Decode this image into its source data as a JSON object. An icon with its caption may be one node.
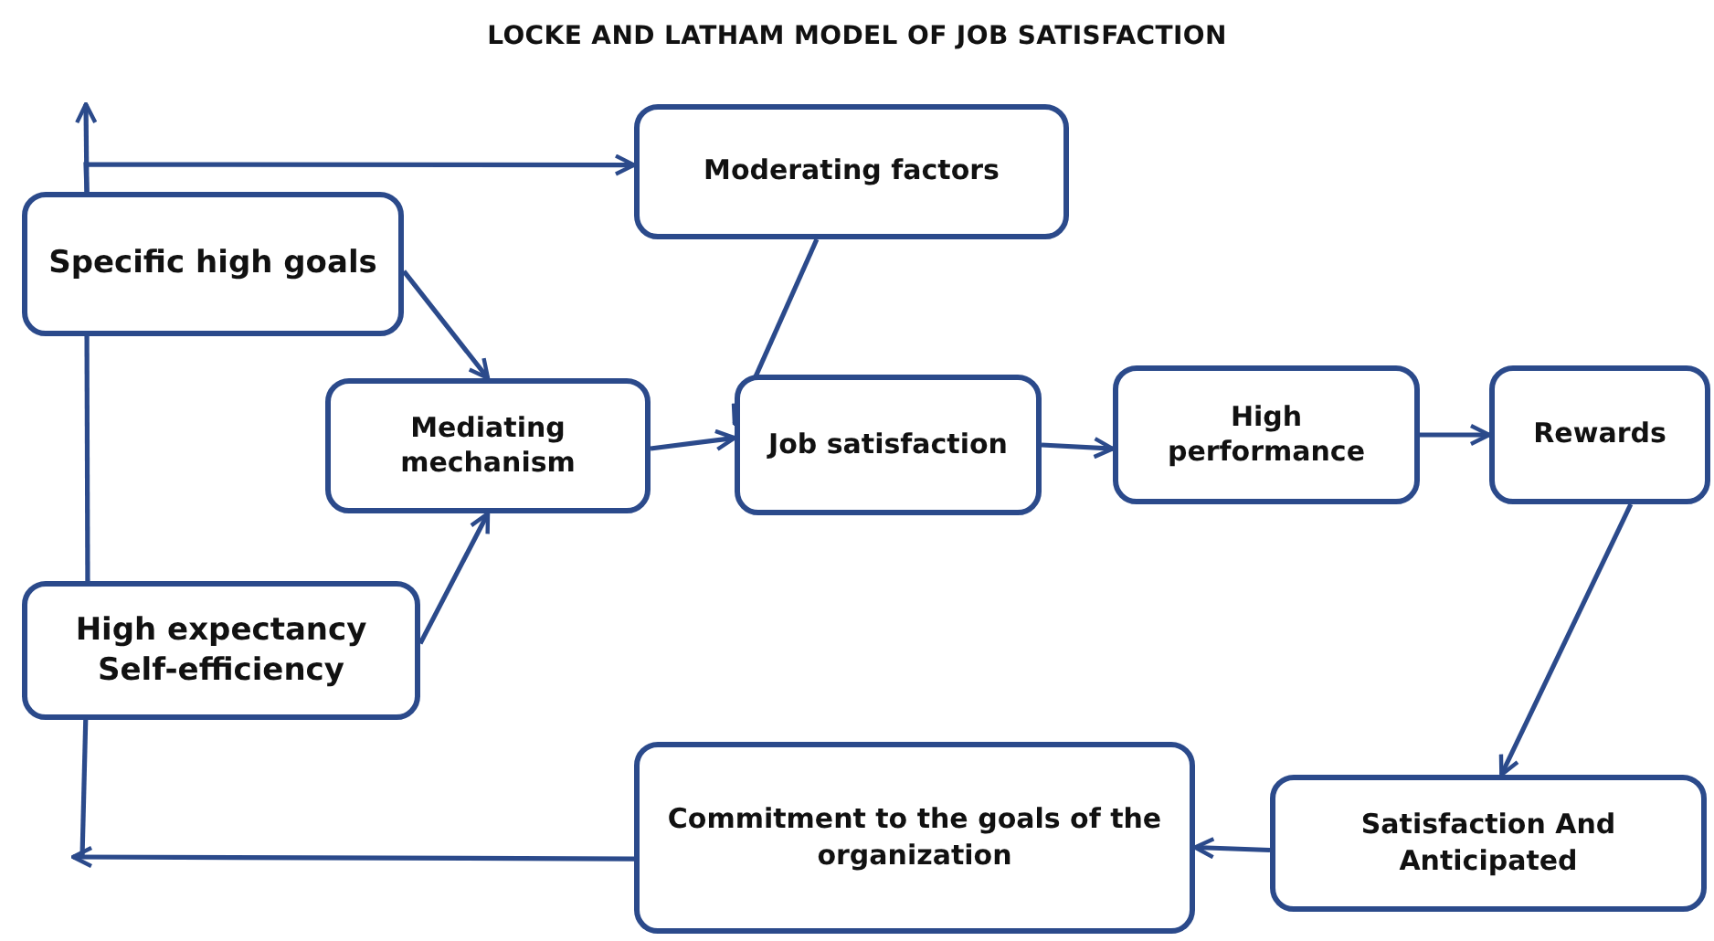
{
  "diagram": {
    "title": "LOCKE AND LATHAM MODEL OF JOB SATISFACTION",
    "nodes": [
      {
        "text": [
          "Moderating factors"
        ]
      },
      {
        "text": [
          "Specific high goals"
        ]
      },
      {
        "text": [
          "Mediating mechanism"
        ]
      },
      {
        "text": [
          "Job satisfaction"
        ]
      },
      {
        "text": [
          "High performance"
        ]
      },
      {
        "text": [
          "Rewards"
        ]
      },
      {
        "text": [
          "High expectancy Self-efficiency"
        ]
      },
      {
        "text": [
          "Commitment to the goals of the organization"
        ]
      },
      {
        "text": [
          "Satisfaction And Anticipated"
        ]
      }
    ],
    "edges": [
      {
        "from": 1,
        "to": 2,
        "arrow": "to"
      },
      {
        "from": 6,
        "to": 2,
        "arrow": "to"
      },
      {
        "from": 0,
        "to": 3,
        "arrow": "to"
      },
      {
        "from": 2,
        "to": 3,
        "arrow": "to"
      },
      {
        "from": 3,
        "to": 4,
        "arrow": "to"
      },
      {
        "from": 4,
        "to": 5,
        "arrow": "to"
      },
      {
        "from": 5,
        "to": 8,
        "arrow": "to"
      },
      {
        "from": 8,
        "to": 7,
        "arrow": "to"
      },
      {
        "from": 7,
        "to": null,
        "arrow": "to"
      },
      {
        "from": 6,
        "to": null,
        "arrow": "none"
      },
      {
        "from": 6,
        "to": 1,
        "arrow": "none"
      },
      {
        "from": 1,
        "to": null,
        "arrow": "to"
      },
      {
        "from": 1,
        "to": 0,
        "arrow": "to"
      }
    ]
  }
}
